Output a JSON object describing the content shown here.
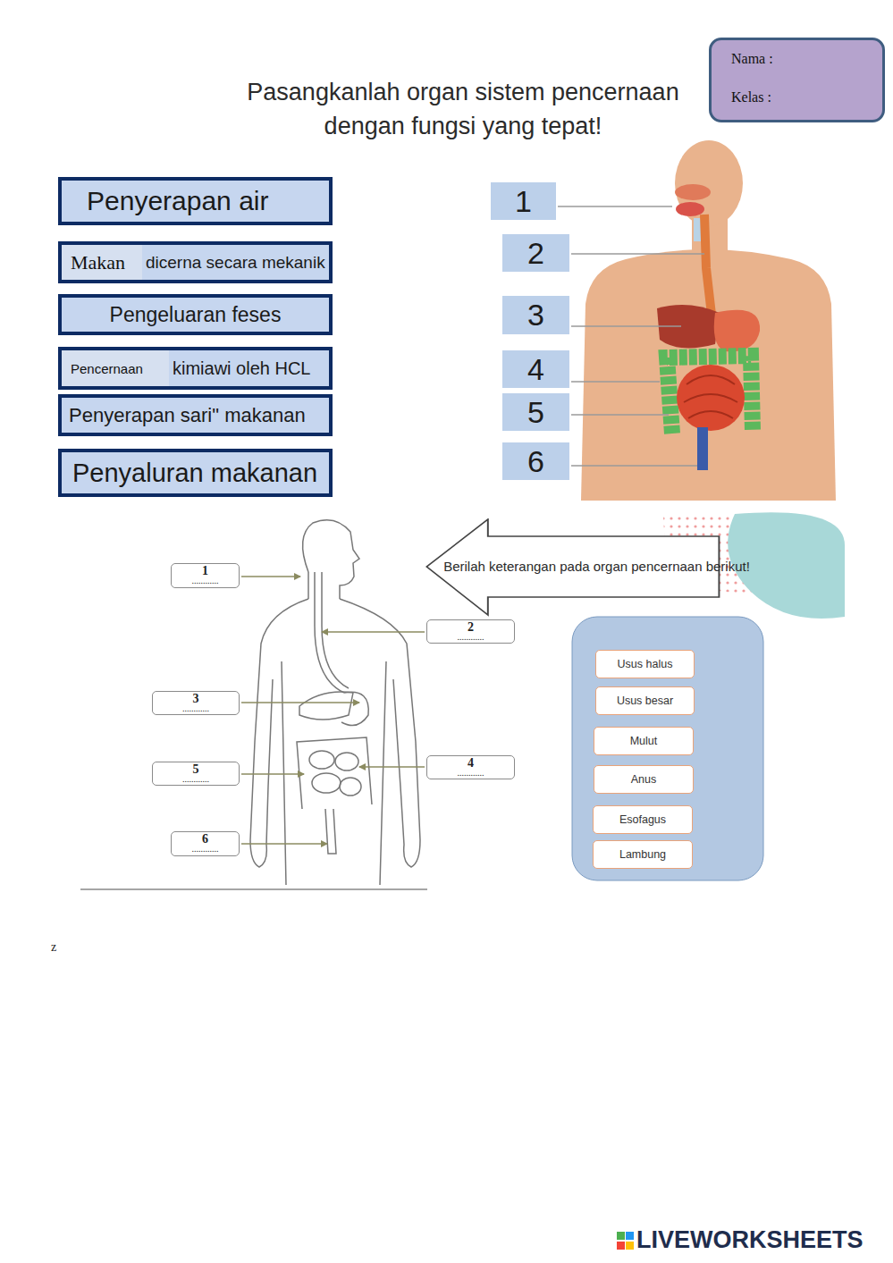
{
  "diagram": {
    "title": "Pasangkanlah organ sistem pencernaan dengan fungsi yang tepat!",
    "nodes": [
      {
        "text": [
          "Nama :",
          "Kelas :"
        ]
      },
      {
        "text": [
          "Penyerapan air"
        ]
      },
      {
        "text": [
          "dicerna secara mekanik"
        ]
      },
      {
        "text": [
          "Makan"
        ],
        "in": 2
      },
      {
        "text": [
          "Pengeluaran feses"
        ]
      },
      {
        "text": [
          "kimiawi oleh HCL"
        ]
      },
      {
        "text": [
          "Pencernaan"
        ],
        "in": 5
      },
      {
        "text": [
          "Penyerapan sari\" makanan"
        ]
      },
      {
        "text": [
          "Penyaluran makanan"
        ]
      },
      {
        "text": [
          "1"
        ]
      },
      {
        "text": [
          "2"
        ]
      },
      {
        "text": [
          "3"
        ]
      },
      {
        "text": [
          "4"
        ]
      },
      {
        "text": [
          "5"
        ]
      },
      {
        "text": [
          "6"
        ]
      },
      {
        "text": [
          "1",
          "............"
        ]
      },
      {
        "text": [
          "Berilah keterangan pada organ pencernaan berikut!"
        ]
      },
      {
        "text": [
          "2",
          "............"
        ]
      },
      {
        "text": [
          "3",
          "............"
        ]
      },
      {
        "text": [
          "5",
          "............"
        ]
      },
      {
        "text": [
          "4",
          "............"
        ]
      },
      {
        "text": [
          "6",
          "............"
        ]
      },
      {
        "text": [
          "Usus halus"
        ]
      },
      {
        "text": [
          "Usus besar"
        ]
      },
      {
        "text": [
          "Mulut"
        ]
      },
      {
        "text": [
          "Anus"
        ]
      },
      {
        "text": [
          "Esofagus"
        ]
      },
      {
        "text": [
          "Lambung"
        ]
      }
    ],
    "edges": [],
    "labels": [
      "z",
      "LIVEWORKSHEETS"
    ]
  }
}
